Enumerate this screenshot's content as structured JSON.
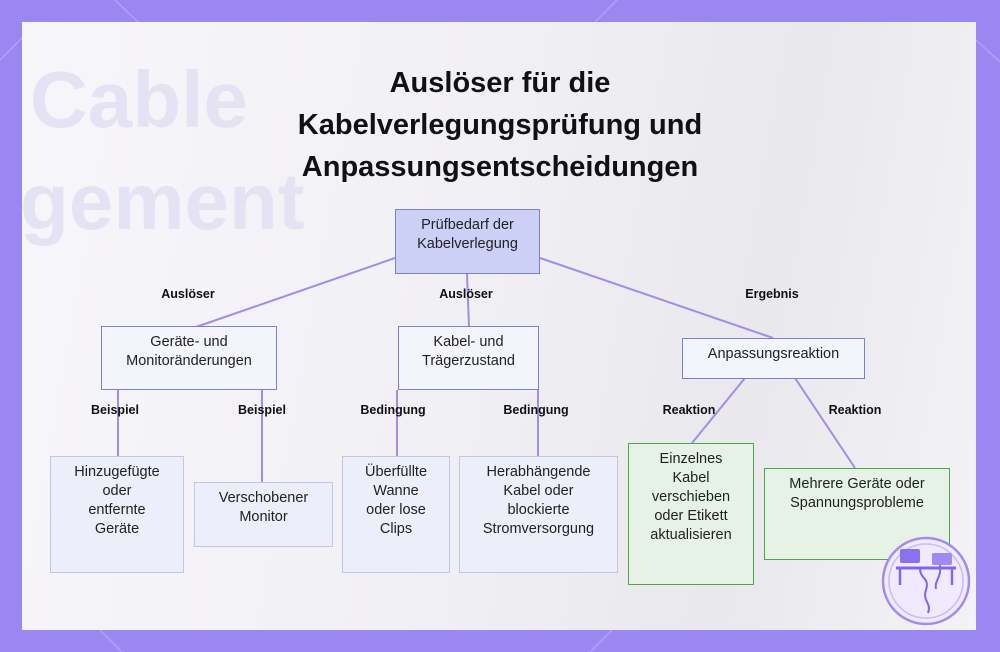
{
  "title": {
    "line1": "Auslöser für die",
    "line2": "Kabelverlegungsprüfung und",
    "line3": "Anpassungsentscheidungen"
  },
  "background_text": {
    "word1": "Cable",
    "word2": "gement"
  },
  "nodes": {
    "root": "Prüfbedarf der\nKabelverlegung",
    "devices": "Geräte- und\nMonitoränderungen",
    "cable_state": "Kabel- und\nTrägerzustand",
    "response": "Anpassungsreaktion",
    "added_removed": "Hinzugefügte\noder\nentfernte\nGeräte",
    "moved_monitor": "Verschobener\nMonitor",
    "overfull": "Überfüllte\nWanne\noder lose\nClips",
    "hanging": "Herabhängende\nKabel oder\nblockierte\nStromversorgung",
    "single_cable": "Einzelnes\nKabel\nverschieben\noder Etikett\naktualisieren",
    "multi_devices": "Mehrere Geräte oder\nSpannungsprobleme"
  },
  "edge_labels": {
    "trigger_1": "Auslöser",
    "trigger_2": "Auslöser",
    "result": "Ergebnis",
    "example_1": "Beispiel",
    "example_2": "Beispiel",
    "condition_1": "Bedingung",
    "condition_2": "Bedingung",
    "reaction_1": "Reaktion",
    "reaction_2": "Reaktion"
  },
  "colors": {
    "frame": "#9b87f2",
    "edge": "#a58be8",
    "root_fill": "#ccd0f6",
    "green_border": "#4aa84a"
  },
  "icons": {
    "logo": "desk-workstation-logo-icon"
  }
}
